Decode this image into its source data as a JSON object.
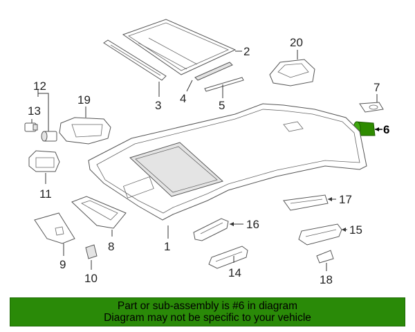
{
  "callouts": {
    "c1": "1",
    "c2": "2",
    "c3": "3",
    "c4": "4",
    "c5": "5",
    "c6": "6",
    "c7": "7",
    "c8": "8",
    "c9": "9",
    "c10": "10",
    "c11": "11",
    "c12": "12",
    "c13": "13",
    "c14": "14",
    "c15": "15",
    "c16": "16",
    "c17": "17",
    "c18": "18",
    "c19": "19",
    "c20": "20"
  },
  "highlight": {
    "part": "6",
    "color": "#2e8b00"
  },
  "banner": {
    "line1": "Part or sub-assembly is #6 in diagram",
    "line2": "Diagram may not be specific to your vehicle",
    "background": "#2a8a08"
  }
}
